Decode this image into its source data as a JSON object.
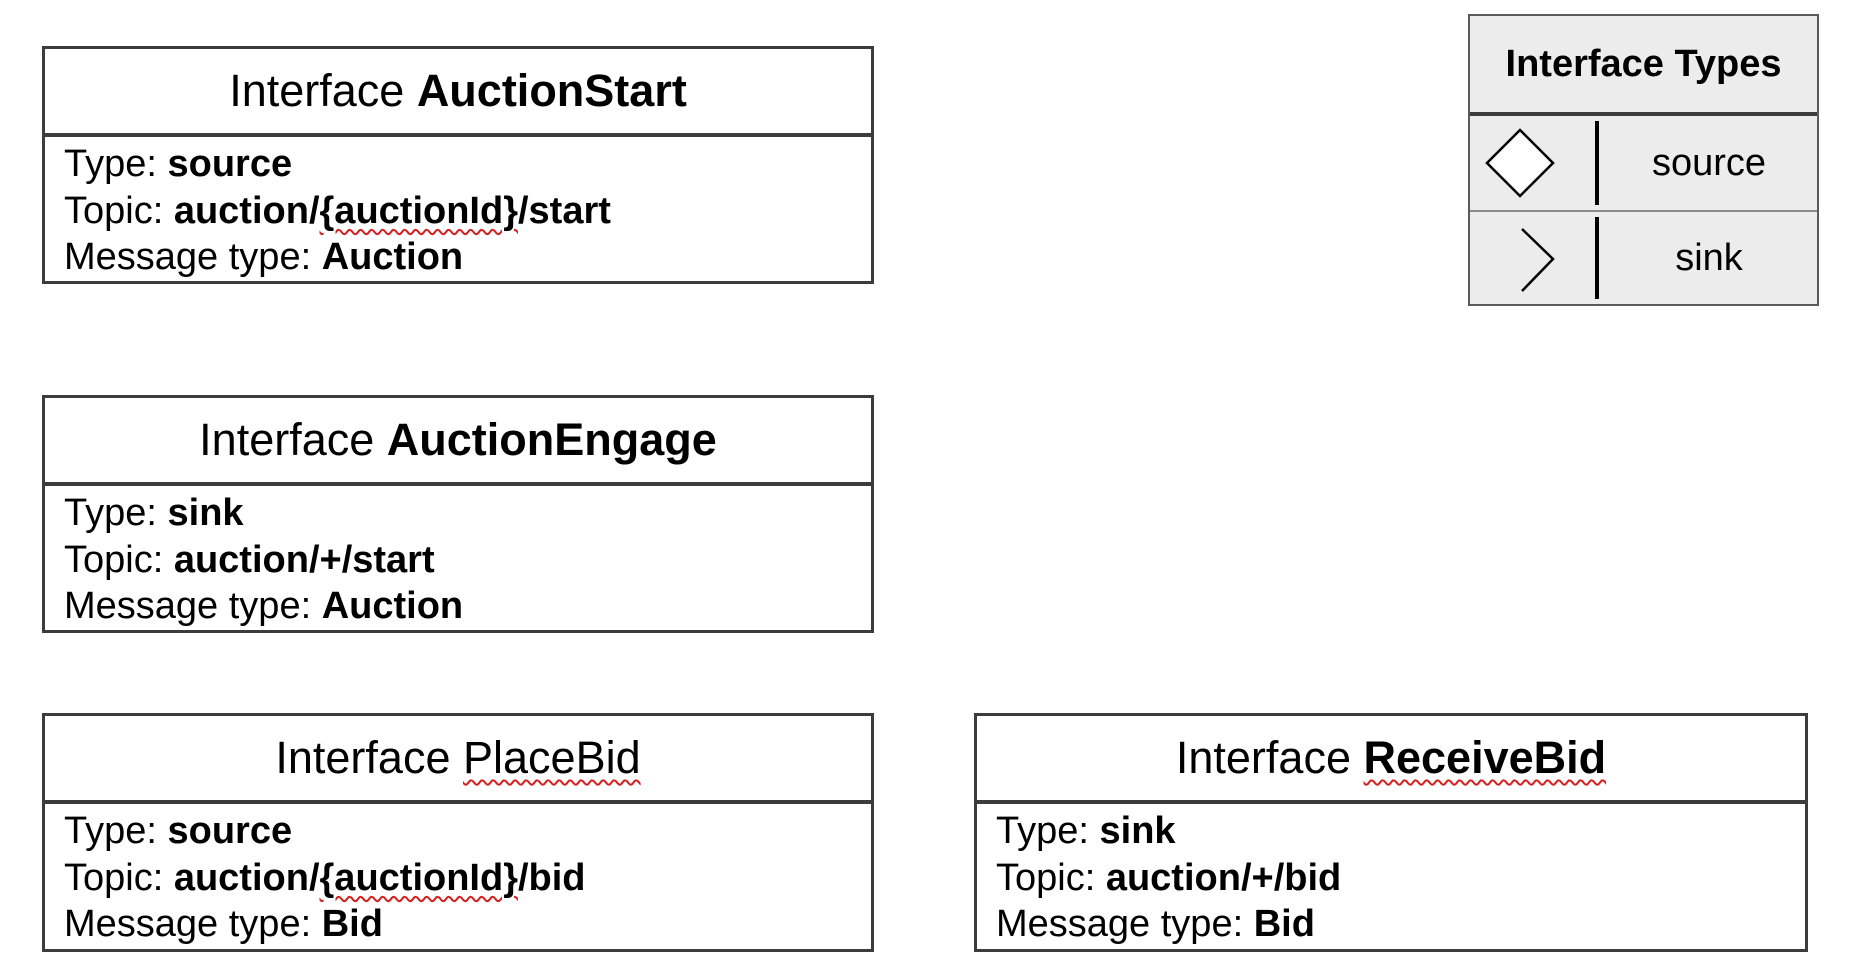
{
  "interfaces": [
    {
      "keyword": "Interface",
      "name": "AuctionStart",
      "type_label": "Type: ",
      "type": "source",
      "topic_label": "Topic: ",
      "topic_pre": "auction/",
      "topic_param": "{auctionId}",
      "topic_post": "/start",
      "message_label": "Message type: ",
      "message": "Auction"
    },
    {
      "keyword": "Interface",
      "name": "AuctionEngage",
      "type_label": "Type: ",
      "type": "sink",
      "topic_label": "Topic: ",
      "topic": "auction/+/start",
      "message_label": "Message type: ",
      "message": "Auction"
    },
    {
      "keyword": "Interface",
      "name": "PlaceBid",
      "type_label": "Type: ",
      "type": "source",
      "topic_label": "Topic: ",
      "topic_pre": "auction/",
      "topic_param": "{auctionId}",
      "topic_post": "/bid",
      "message_label": "Message type: ",
      "message": "Bid"
    },
    {
      "keyword": "Interface",
      "name": "ReceiveBid",
      "type_label": "Type: ",
      "type": "sink",
      "topic_label": "Topic: ",
      "topic": "auction/+/bid",
      "message_label": "Message type: ",
      "message": "Bid"
    }
  ],
  "legend": {
    "title": "Interface Types",
    "items": [
      {
        "icon": "diamond-icon",
        "label": "source"
      },
      {
        "icon": "chevron-right-icon",
        "label": "sink"
      }
    ]
  },
  "colors": {
    "border": "#3c3c3c",
    "legend_fill": "#ececec",
    "spellcheck": "#d42020"
  }
}
